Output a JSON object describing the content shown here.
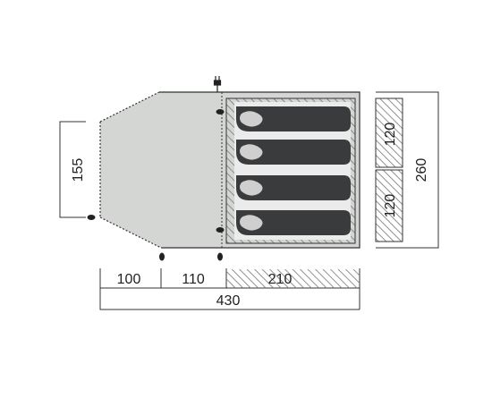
{
  "diagram": {
    "colors": {
      "floor": "#d4d6d4",
      "inner_tent": "#ebebeb",
      "sleeping_bag": "#3a3b3c",
      "outline": "#333333",
      "hatch": "#777777"
    },
    "dimensions": {
      "vestibule_depth": "155",
      "front_section": "100",
      "middle_section": "110",
      "inner_length": "210",
      "total_length": "430",
      "inner_bay_top": "120",
      "inner_bay_bottom": "120",
      "total_width": "260"
    },
    "icons": {
      "power": "power-plug-icon",
      "pole": "pole-peg-icon",
      "bag": "sleeping-bag-icon"
    }
  }
}
